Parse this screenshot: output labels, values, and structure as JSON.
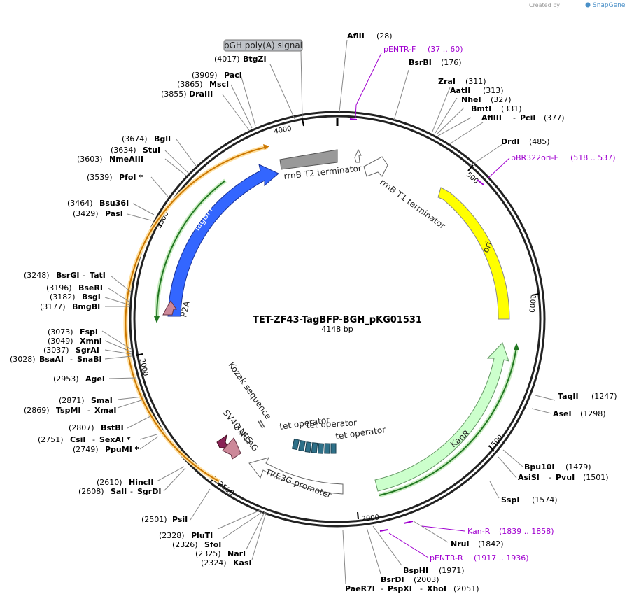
{
  "watermark": {
    "created_by": "Created by",
    "brand": "SnapGene"
  },
  "plasmid": {
    "name": "TET-ZF43-TagBFP-BGH_pKG01531",
    "size": "4148 bp"
  },
  "ticks": [
    "500",
    "1000",
    "1500",
    "2000",
    "2500",
    "3000",
    "3500",
    "4000"
  ],
  "sites": {
    "aflii": {
      "name": "AflII",
      "pos": "(28)"
    },
    "bsrbi": {
      "name": "BsrBI",
      "pos": "(176)"
    },
    "zrai": {
      "name": "ZraI",
      "pos": "(311)"
    },
    "aatii": {
      "name": "AatII",
      "pos": "(313)"
    },
    "nhei": {
      "name": "NheI",
      "pos": "(327)"
    },
    "bmti": {
      "name": "BmtI",
      "pos": "(331)"
    },
    "afliii": {
      "name": "AflIII",
      "sep": "-",
      "name2": "PciI",
      "pos": "(377)"
    },
    "drdi": {
      "name": "DrdI",
      "pos": "(485)"
    },
    "taqii": {
      "name": "TaqII",
      "pos": "(1247)"
    },
    "asei": {
      "name": "AseI",
      "pos": "(1298)"
    },
    "bpu10i": {
      "name": "Bpu10I",
      "pos": "(1479)"
    },
    "asisi": {
      "name": "AsiSI",
      "sep": "-",
      "name2": "PvuI",
      "pos": "(1501)"
    },
    "sspi": {
      "name": "SspI",
      "pos": "(1574)"
    },
    "nrui": {
      "name": "NruI",
      "pos": "(1842)"
    },
    "bsphi": {
      "name": "BspHI",
      "pos": "(1971)"
    },
    "bsrdi": {
      "name": "BsrDI",
      "pos": "(2003)"
    },
    "pae": {
      "name": "PaeR7I",
      "sep": "-",
      "name2": "PspXI",
      "sep2": "-",
      "name3": "XhoI",
      "pos": "(2051)"
    },
    "kasi": {
      "name": "KasI",
      "pos": "(2324)"
    },
    "nari": {
      "name": "NarI",
      "pos": "(2325)"
    },
    "sfoi": {
      "name": "SfoI",
      "pos": "(2326)"
    },
    "pluti": {
      "name": "PluTI",
      "pos": "(2328)"
    },
    "psii": {
      "name": "PsiI",
      "pos": "(2501)"
    },
    "sali": {
      "name": "SalI",
      "sep": "-",
      "name2": "SgrDI",
      "pos": "(2608)"
    },
    "hincii": {
      "name": "HincII",
      "pos": "(2610)"
    },
    "ppumi": {
      "name": "PpuMI *",
      "pos": "(2749)"
    },
    "csii": {
      "name": "CsiI",
      "sep": "-",
      "name2": "SexAI *",
      "pos": "(2751)"
    },
    "bstbi": {
      "name": "BstBI",
      "pos": "(2807)"
    },
    "tspmi": {
      "name": "TspMI",
      "sep": "-",
      "name2": "XmaI",
      "pos": "(2869)"
    },
    "smai": {
      "name": "SmaI",
      "pos": "(2871)"
    },
    "agei": {
      "name": "AgeI",
      "pos": "(2953)"
    },
    "bsaai": {
      "name": "BsaAI",
      "sep": "-",
      "name2": "SnaBI",
      "pos": "(3028)"
    },
    "sgrai": {
      "name": "SgrAI",
      "pos": "(3037)"
    },
    "xmni": {
      "name": "XmnI",
      "pos": "(3049)"
    },
    "fspi": {
      "name": "FspI",
      "pos": "(3073)"
    },
    "bmgbi": {
      "name": "BmgBI",
      "pos": "(3177)"
    },
    "bsgi": {
      "name": "BsgI",
      "pos": "(3182)"
    },
    "bseri": {
      "name": "BseRI",
      "pos": "(3196)"
    },
    "bsrgi": {
      "name": "BsrGI",
      "sep": "-",
      "name2": "TatI",
      "pos": "(3248)"
    },
    "pasi": {
      "name": "PasI",
      "pos": "(3429)"
    },
    "bsu36i": {
      "name": "Bsu36I",
      "pos": "(3464)"
    },
    "pfoi": {
      "name": "PfoI *",
      "pos": "(3539)"
    },
    "nmeaiii": {
      "name": "NmeAIII",
      "pos": "(3603)"
    },
    "stui": {
      "name": "StuI",
      "pos": "(3634)"
    },
    "bgli": {
      "name": "BglI",
      "pos": "(3674)"
    },
    "draiii": {
      "name": "DraIII",
      "pos": "(3855)"
    },
    "msci": {
      "name": "MscI",
      "pos": "(3865)"
    },
    "paci": {
      "name": "PacI",
      "pos": "(3909)"
    },
    "btgzi": {
      "name": "BtgZI",
      "pos": "(4017)"
    }
  },
  "primers": {
    "pentr_f": {
      "name": "pENTR-F",
      "range": "(37 .. 60)"
    },
    "pbr322": {
      "name": "pBR322ori-F",
      "range": "(518 .. 537)"
    },
    "kan_r": {
      "name": "Kan-R",
      "range": "(1839 .. 1858)"
    },
    "pentr_r": {
      "name": "pENTR-R",
      "range": "(1917 .. 1936)"
    }
  },
  "features": {
    "bgh": "bGH poly(A) signal",
    "rrnb_t2": "rrnB T2 terminator",
    "rrnb_t1": "rrnB T1 terminator",
    "ori": "ori",
    "kanr": "KanR",
    "tagbfp": "TagBFP",
    "p2a": "P2A",
    "kozak": "Kozak sequence",
    "sv40": "SV40 NLS",
    "flag": "3xFLAG",
    "tetop1": "tet operator",
    "tetop2": "tet operator",
    "tetop3": "tet operator",
    "tre3g": "TRE3G promoter"
  },
  "colors": {
    "backbone": "#222222",
    "ori": "#ffff00",
    "kanr": "#ccffcc",
    "tagbfp": "#3366ff",
    "terminator": "#999999",
    "p2a": "#cc8899",
    "flag": "#882255",
    "operator": "#2e7088",
    "primer": "#a000d0",
    "orange_orf": "#ff9900",
    "green_orf": "#33aa33"
  }
}
